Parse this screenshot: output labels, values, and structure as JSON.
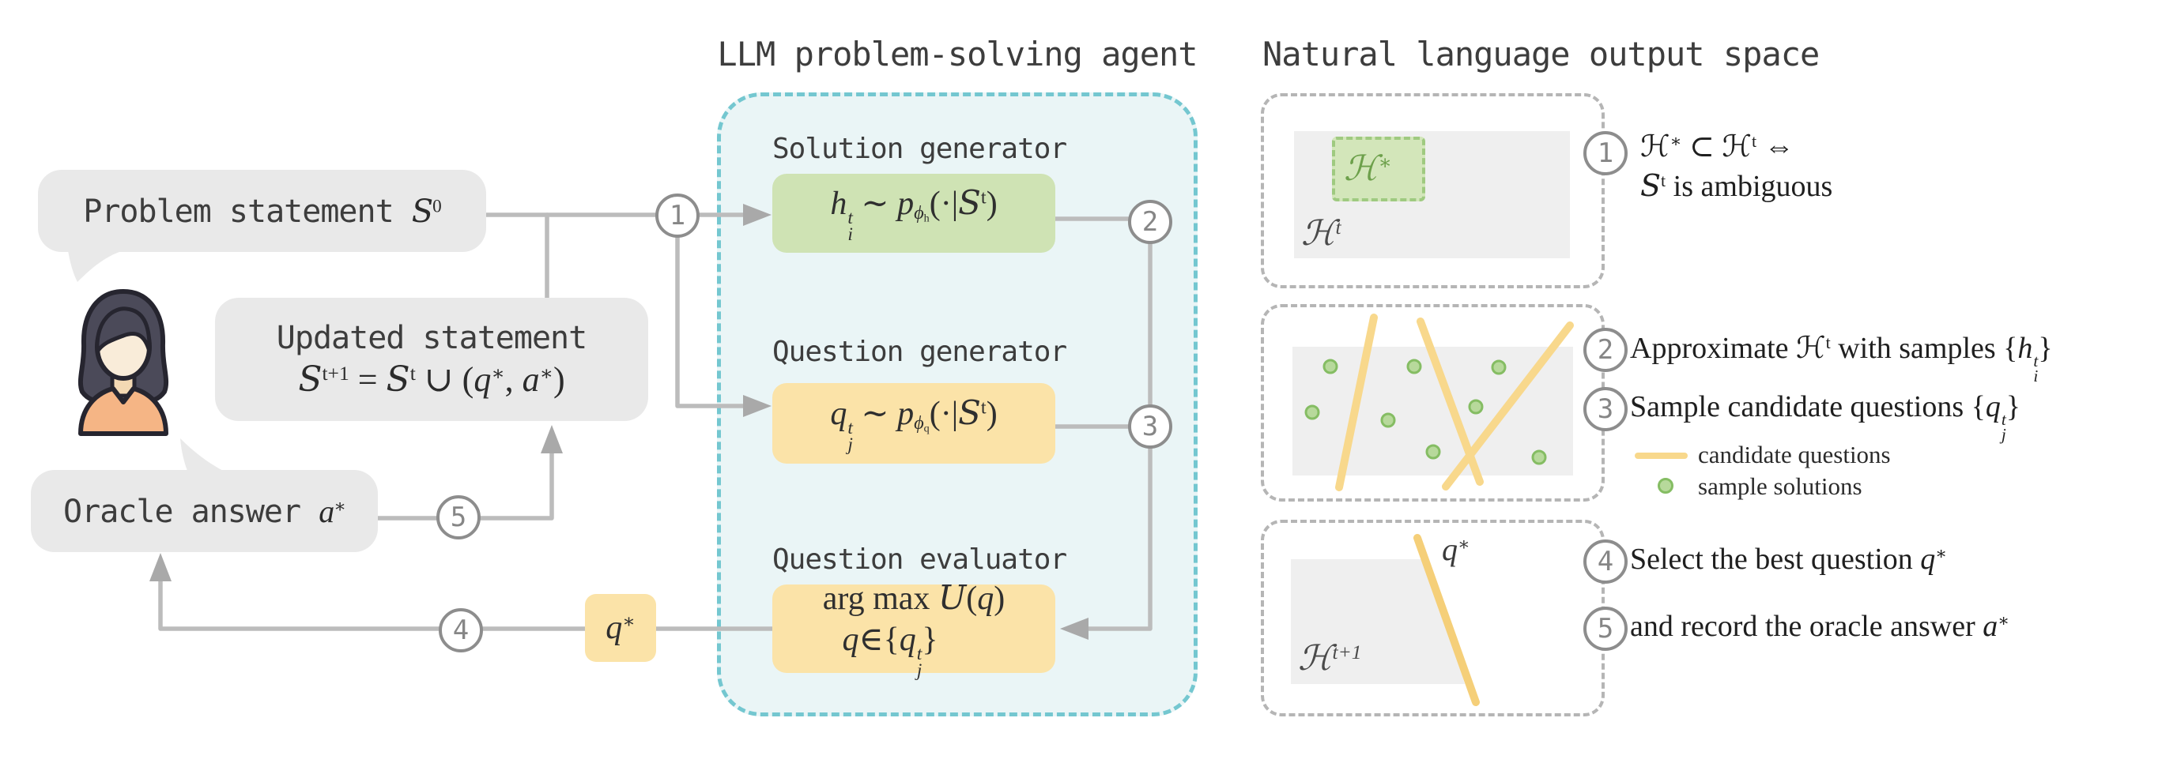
{
  "figure": {
    "kind": "paper-figure-flow-diagram",
    "colors": {
      "agent_fill": "#eaf5f6",
      "agent_border_teal": "#74c7d0",
      "bubble_gray": "#e9e9e9",
      "box_green": "#cfe3b4",
      "box_yellow": "#fbe3a8",
      "connector_gray": "#bcbcbc",
      "arrow_gray": "#a9a9a9",
      "panel_border_gray": "#b5b5b5",
      "inner_rect_gray": "#efefef",
      "solution_dot_green": "#b7d99b",
      "solution_dot_border": "#85bd63",
      "candidate_line_yellow": "#f8d88c",
      "qstar_line_yellow": "#f5cf79",
      "hstar_green_text": "#6da04b"
    }
  },
  "left": {
    "problem_bubble_html": "Problem statement <span class=\"mathtxt\"><span class=\"cal\">S</span><sup>0</sup></span>",
    "updated_bubble_line1": "Updated statement",
    "updated_bubble_math_html": "<span class=\"cal\">S</span><sup>t+1</sup> = <span class=\"cal\">S</span><sup>t</sup> ∪ (<i>q</i><sup>∗</sup>, <i>a</i><sup>∗</sup>)",
    "oracle_bubble_html": "Oracle answer <span class=\"mathtxt\"><i>a</i><sup>∗</sup></span>",
    "qstar_chip_html": "<i>q</i><sup>∗</sup>",
    "avatar_icon": "user-woman-avatar"
  },
  "agent": {
    "title": "LLM problem-solving agent",
    "solution": {
      "heading": "Solution generator",
      "formula_html": "<i>h</i><span class=\"ss\"><span class=\"u\">t</span><span class=\"d\">i</span></span> ∼ <i>p</i><sub><i>ϕ</i><sub>h</sub></sub>(·|<span class=\"cal\">S</span><sup>t</sup>)"
    },
    "question": {
      "heading": "Question generator",
      "formula_html": "<i>q</i><span class=\"ss\"><span class=\"u\">t</span><span class=\"d\">j</span></span> ∼ <i>p</i><sub><i>ϕ</i><sub>q</sub></sub>(·|<span class=\"cal\">S</span><sup>t</sup>)"
    },
    "evaluator": {
      "heading": "Question evaluator",
      "formula_line1_html": "arg max <span class=\"cal\">U</span>(<i>q</i>)",
      "formula_line2_html": "<i>q</i>∈{<i>q</i><span class=\"ss\"><span class=\"u\">t</span><span class=\"d\">j</span></span>}"
    }
  },
  "flow_steps": {
    "s1": "1",
    "s2": "2",
    "s3": "3",
    "s4": "4",
    "s5": "5"
  },
  "output_space": {
    "title": "Natural language output space",
    "panel1": {
      "hstar_html": "ℋ<sup>∗</sup>",
      "ht_html": "ℋ<sup>t</sup>"
    },
    "panel3": {
      "ht1_html": "ℋ<sup>t+1</sup>",
      "qstar_html": "<i>q</i><sup>∗</sup>"
    },
    "annotations": {
      "a1_line1_html": "ℋ<sup>∗</sup> ⊂ ℋ<sup>t</sup> ⇔",
      "a1_line2_html": "<span class=\"cal\">S</span><sup>t</sup> is ambiguous",
      "a2_html": "Approximate ℋ<sup>t</sup> with samples {<i>h</i><span class=\"ss\"><span class=\"u\">t</span><span class=\"d\">i</span></span>}",
      "a3_html": "Sample candidate questions {<i>q</i><span class=\"ss\"><span class=\"u\">t</span><span class=\"d\">j</span></span>}",
      "a4_html": "Select the best question <i>q</i><sup>∗</sup>",
      "a5_html": "and record the oracle answer <i>a</i><sup>∗</sup>"
    },
    "legend": {
      "line_icon": "candidate-question-line-icon",
      "line_label": "candidate questions",
      "dot_icon": "sample-solution-dot-icon",
      "dot_label": "sample solutions"
    }
  }
}
